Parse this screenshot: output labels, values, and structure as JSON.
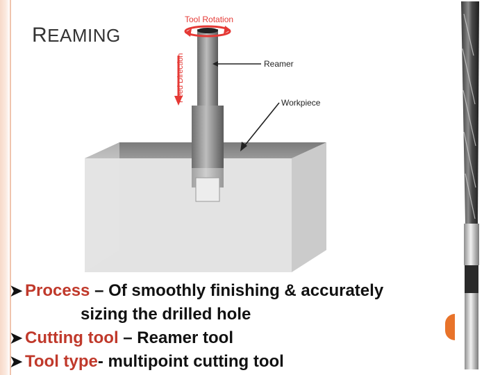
{
  "slide": {
    "title_first": "R",
    "title_rest": "EAMING"
  },
  "diagram": {
    "tool_rotation_label": "Tool Rotation",
    "feed_direction_label": "Feed Direction",
    "reamer_label": "Reamer",
    "workpiece_label": "Workpiece"
  },
  "bullets": [
    {
      "key": "Process",
      "text": " – Of smoothly finishing & accurately",
      "continuation": "sizing the drilled hole"
    },
    {
      "key": "Cutting tool",
      "text": " – Reamer tool"
    },
    {
      "key": "Tool type",
      "text": "- multipoint cutting tool"
    }
  ],
  "colors": {
    "accent_red": "#c0392b",
    "accent_orange": "#e8732a"
  }
}
